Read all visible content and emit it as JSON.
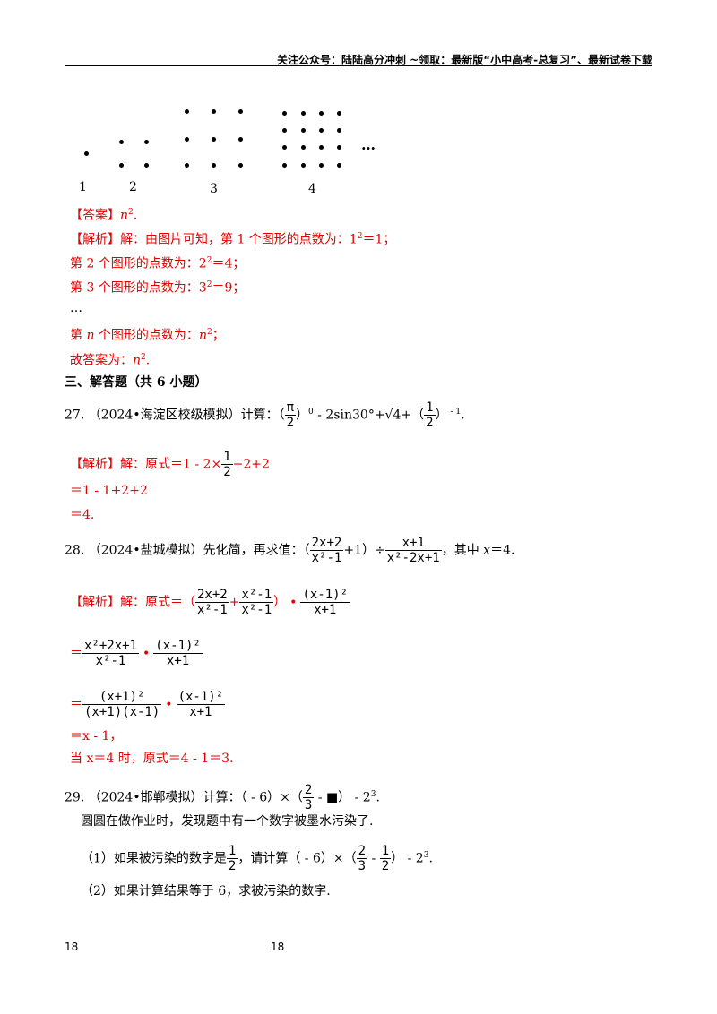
{
  "header": {
    "text": "关注公众号：陆陆高分冲刺 ~领取：最新版“小中高考-总复习”、最新试卷下载"
  },
  "figure": {
    "labels": [
      "1",
      "2",
      "3",
      "4"
    ],
    "ellipsis": "…"
  },
  "q26": {
    "answer_tag": "【答案】",
    "answer_val": "n",
    "answer_sup": "2",
    "answer_end": ".",
    "analysis_tag": "【解析】",
    "l1": "解：由图片可知，第 1 个图形的点数为：1",
    "l1_sup": "2",
    "l1_end": "＝1；",
    "l2": "第 2 个图形的点数为：2",
    "l2_sup": "2",
    "l2_end": "＝4；",
    "l3": "第 3 个图形的点数为：3",
    "l3_sup": "2",
    "l3_end": "＝9；",
    "l4": "…",
    "l5a": "第 ",
    "l5n": "n",
    "l5b": " 个图形的点数为：",
    "l5val": "n",
    "l5_sup": "2",
    "l5_end": "；",
    "l6": "故答案为：",
    "l6val": "n",
    "l6_sup": "2",
    "l6_end": "."
  },
  "section3": {
    "title": "三、解答题（共 6 小题）"
  },
  "q27": {
    "prefix": "27.  （2024•海淀区校级模拟）计算：（",
    "pi_num": "π",
    "pi_den": "2",
    "mid": "）",
    "sup0": "0",
    "mid2": " - 2sin30°+",
    "sqrt_val": "4",
    "mid3": "+（",
    "half_num": "1",
    "half_den": "2",
    "end": "）",
    "sup_neg1": " - 1",
    "period": ".",
    "analysis_tag": "【解析】",
    "a1": "解：原式＝1 - 2×",
    "a1_num": "1",
    "a1_den": "2",
    "a1_end": "+2+2",
    "a2": "＝1 - 1+2+2",
    "a3": "＝4."
  },
  "q28": {
    "prefix": "28.  （2024•盐城模拟）先化简，再求值：",
    "f1_num": "2x+2",
    "f1_den": "x²-1",
    "plus1": "+1）÷",
    "f2_num": "x+1",
    "f2_den": "x²-2x+1",
    "suffix": "，其中 ",
    "xvar": "x",
    "suffix2": "＝4.",
    "analysis_tag": "【解析】",
    "a1": "解：原式＝（",
    "a1_f1_num": "2x+2",
    "a1_f1_den": "x²-1",
    "a1_plus": "+",
    "a1_f2_num": "x²-1",
    "a1_f2_den": "x²-1",
    "a1_close": "）",
    "dot": "•",
    "a1_f3_num": "(x-1)²",
    "a1_f3_den": "x+1",
    "a2_eq": "＝",
    "a2_f1_num": "x²+2x+1",
    "a2_f1_den": "x²-1",
    "a2_f2_num": "(x-1)²",
    "a2_f2_den": "x+1",
    "a3_eq": "＝",
    "a3_f1_num": "(x+1)²",
    "a3_f1_den": "(x+1)(x-1)",
    "a3_f2_num": "(x-1)²",
    "a3_f2_den": "x+1",
    "a4": "＝x - 1，",
    "a5": "当 x＝4 时，原式＝4 - 1＝3."
  },
  "q29": {
    "prefix": "29.  （2024•邯郸模拟）计算：（ - 6）×（",
    "f_num": "2",
    "f_den": "3",
    "mid": " - ■） - 2",
    "sup": "3",
    "end": ".",
    "l2": "圆圆在做作业时，发现题中有一个数字被墨水污染了.",
    "l3a": "（1）如果被污染的数字是",
    "l3_num": "1",
    "l3_den": "2",
    "l3b": "，请计算（ - 6）×（",
    "l3_f2_num": "2",
    "l3_f2_den": "3",
    "l3c": " - ",
    "l3_f3_num": "1",
    "l3_f3_den": "2",
    "l3d": "） - 2",
    "l3_sup": "3",
    "l3e": ".",
    "l4": "（2）如果计算结果等于 6，求被污染的数字."
  },
  "footer": {
    "left": "18",
    "center": "18"
  }
}
